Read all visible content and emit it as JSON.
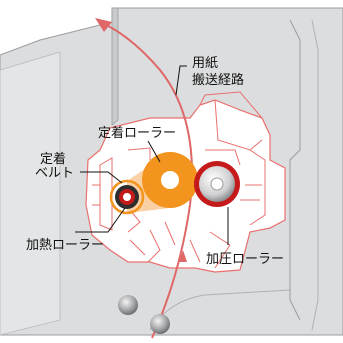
{
  "labels": {
    "paper_path": [
      "用紙",
      "搬送経路"
    ],
    "fixing_roller": "定着ローラー",
    "fixing_belt": [
      "定着",
      "ベルト"
    ],
    "heating_roller": "加熱ローラー",
    "pressure_roller": "加圧ローラー"
  },
  "colors": {
    "frame_outline": "#e8706e",
    "paper_path": "#e06767",
    "fixing_roller": "#f3941e",
    "pressure_roller": "#c41a1a",
    "heating_roller": "#c41a1a",
    "housing": "#d9dadb",
    "housing_stroke": "#9b9c9e"
  }
}
